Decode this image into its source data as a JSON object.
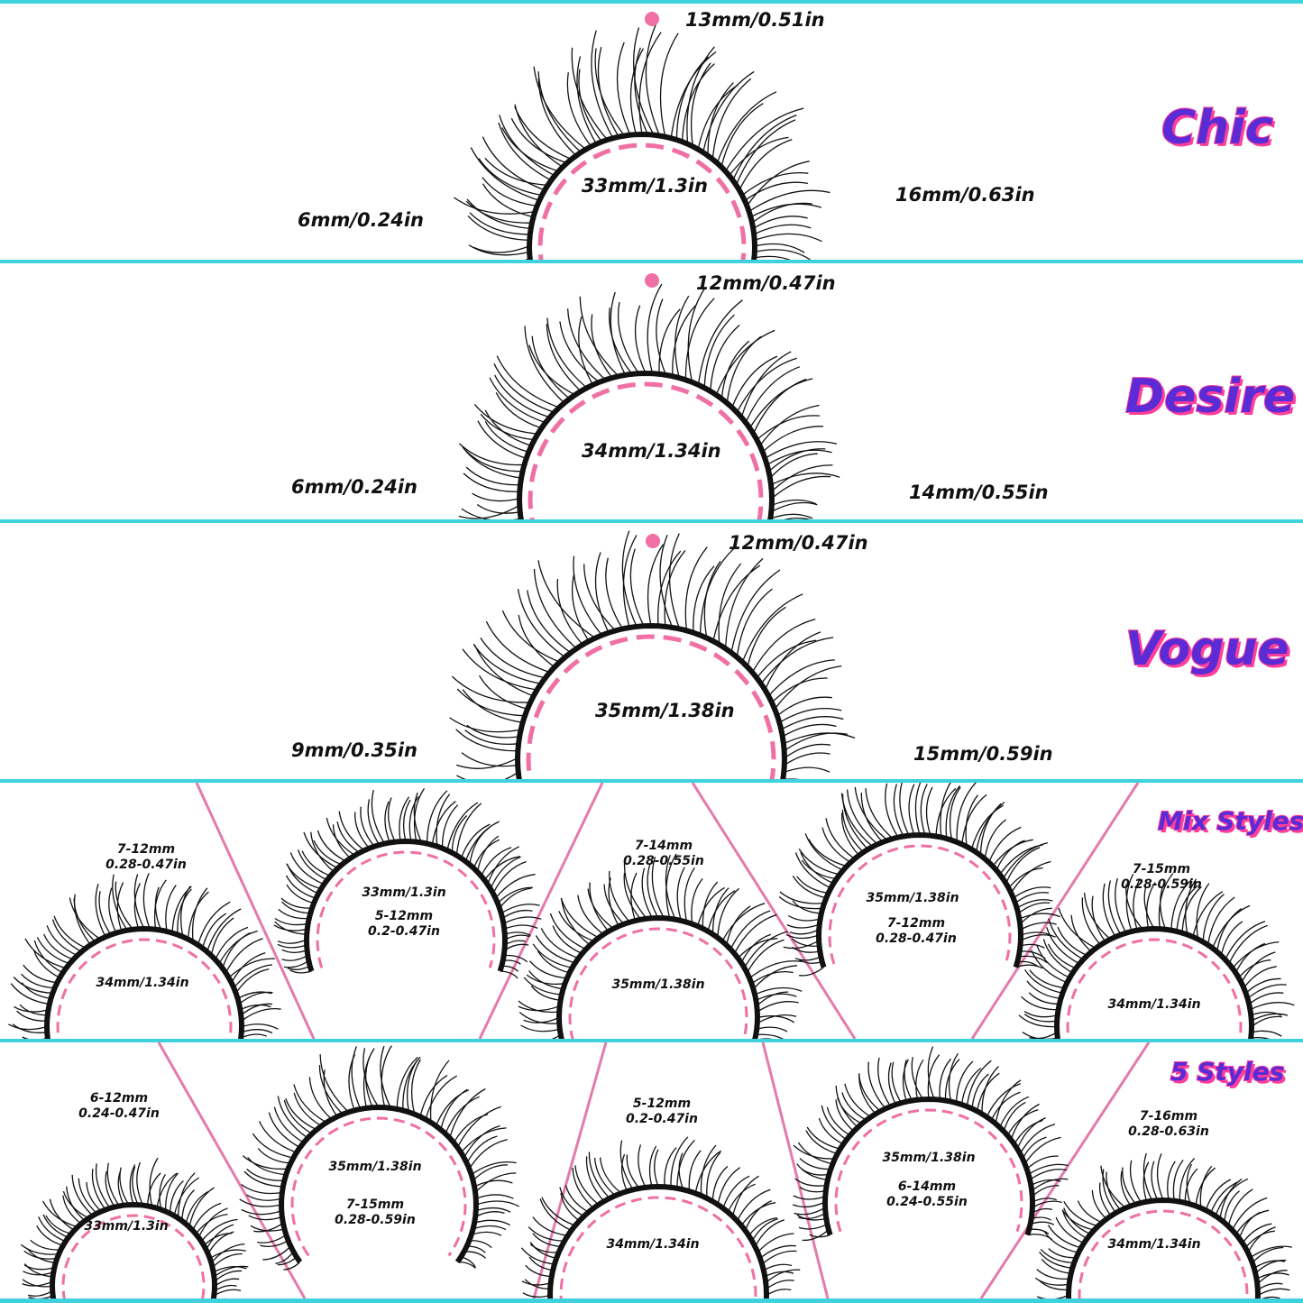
{
  "colors": {
    "separator": "#3fd2dd",
    "dash": "#f06fa4",
    "title_fill": "#5b2bd6",
    "title_outline": "#ff3e9a",
    "divider": "#e37bab"
  },
  "styles": [
    {
      "name": "Chic",
      "top_len": "13mm/0.51in",
      "band": "33mm/1.3in",
      "inner": "6mm/0.24in",
      "outer": "16mm/0.63in"
    },
    {
      "name": "Desire",
      "top_len": "12mm/0.47in",
      "band": "34mm/1.34in",
      "inner": "6mm/0.24in",
      "outer": "14mm/0.55in"
    },
    {
      "name": "Vogue",
      "top_len": "12mm/0.47in",
      "band": "35mm/1.38in",
      "inner": "9mm/0.35in",
      "outer": "15mm/0.59in"
    }
  ],
  "mix_styles": {
    "title": "Mix Styles",
    "items": [
      {
        "len": [
          "7-12mm",
          "0.28-0.47in"
        ],
        "band": "34mm/1.34in"
      },
      {
        "len": [
          "5-12mm",
          "0.2-0.47in"
        ],
        "band": "33mm/1.3in"
      },
      {
        "len": [
          "7-14mm",
          "0.28-0.55in"
        ],
        "band": "35mm/1.38in"
      },
      {
        "len": [
          "7-12mm",
          "0.28-0.47in"
        ],
        "band": "35mm/1.38in"
      },
      {
        "len": [
          "7-15mm",
          "0.28-0.59in"
        ],
        "band": "34mm/1.34in"
      }
    ]
  },
  "five_styles": {
    "title": "5 Styles",
    "items": [
      {
        "len": [
          "6-12mm",
          "0.24-0.47in"
        ],
        "band": "33mm/1.3in"
      },
      {
        "len": [
          "7-15mm",
          "0.28-0.59in"
        ],
        "band": "35mm/1.38in"
      },
      {
        "len": [
          "5-12mm",
          "0.2-0.47in"
        ],
        "band": "34mm/1.34in"
      },
      {
        "len": [
          "6-14mm",
          "0.24-0.55in"
        ],
        "band": "35mm/1.38in"
      },
      {
        "len": [
          "7-16mm",
          "0.28-0.63in"
        ],
        "band": "34mm/1.34in"
      }
    ]
  }
}
